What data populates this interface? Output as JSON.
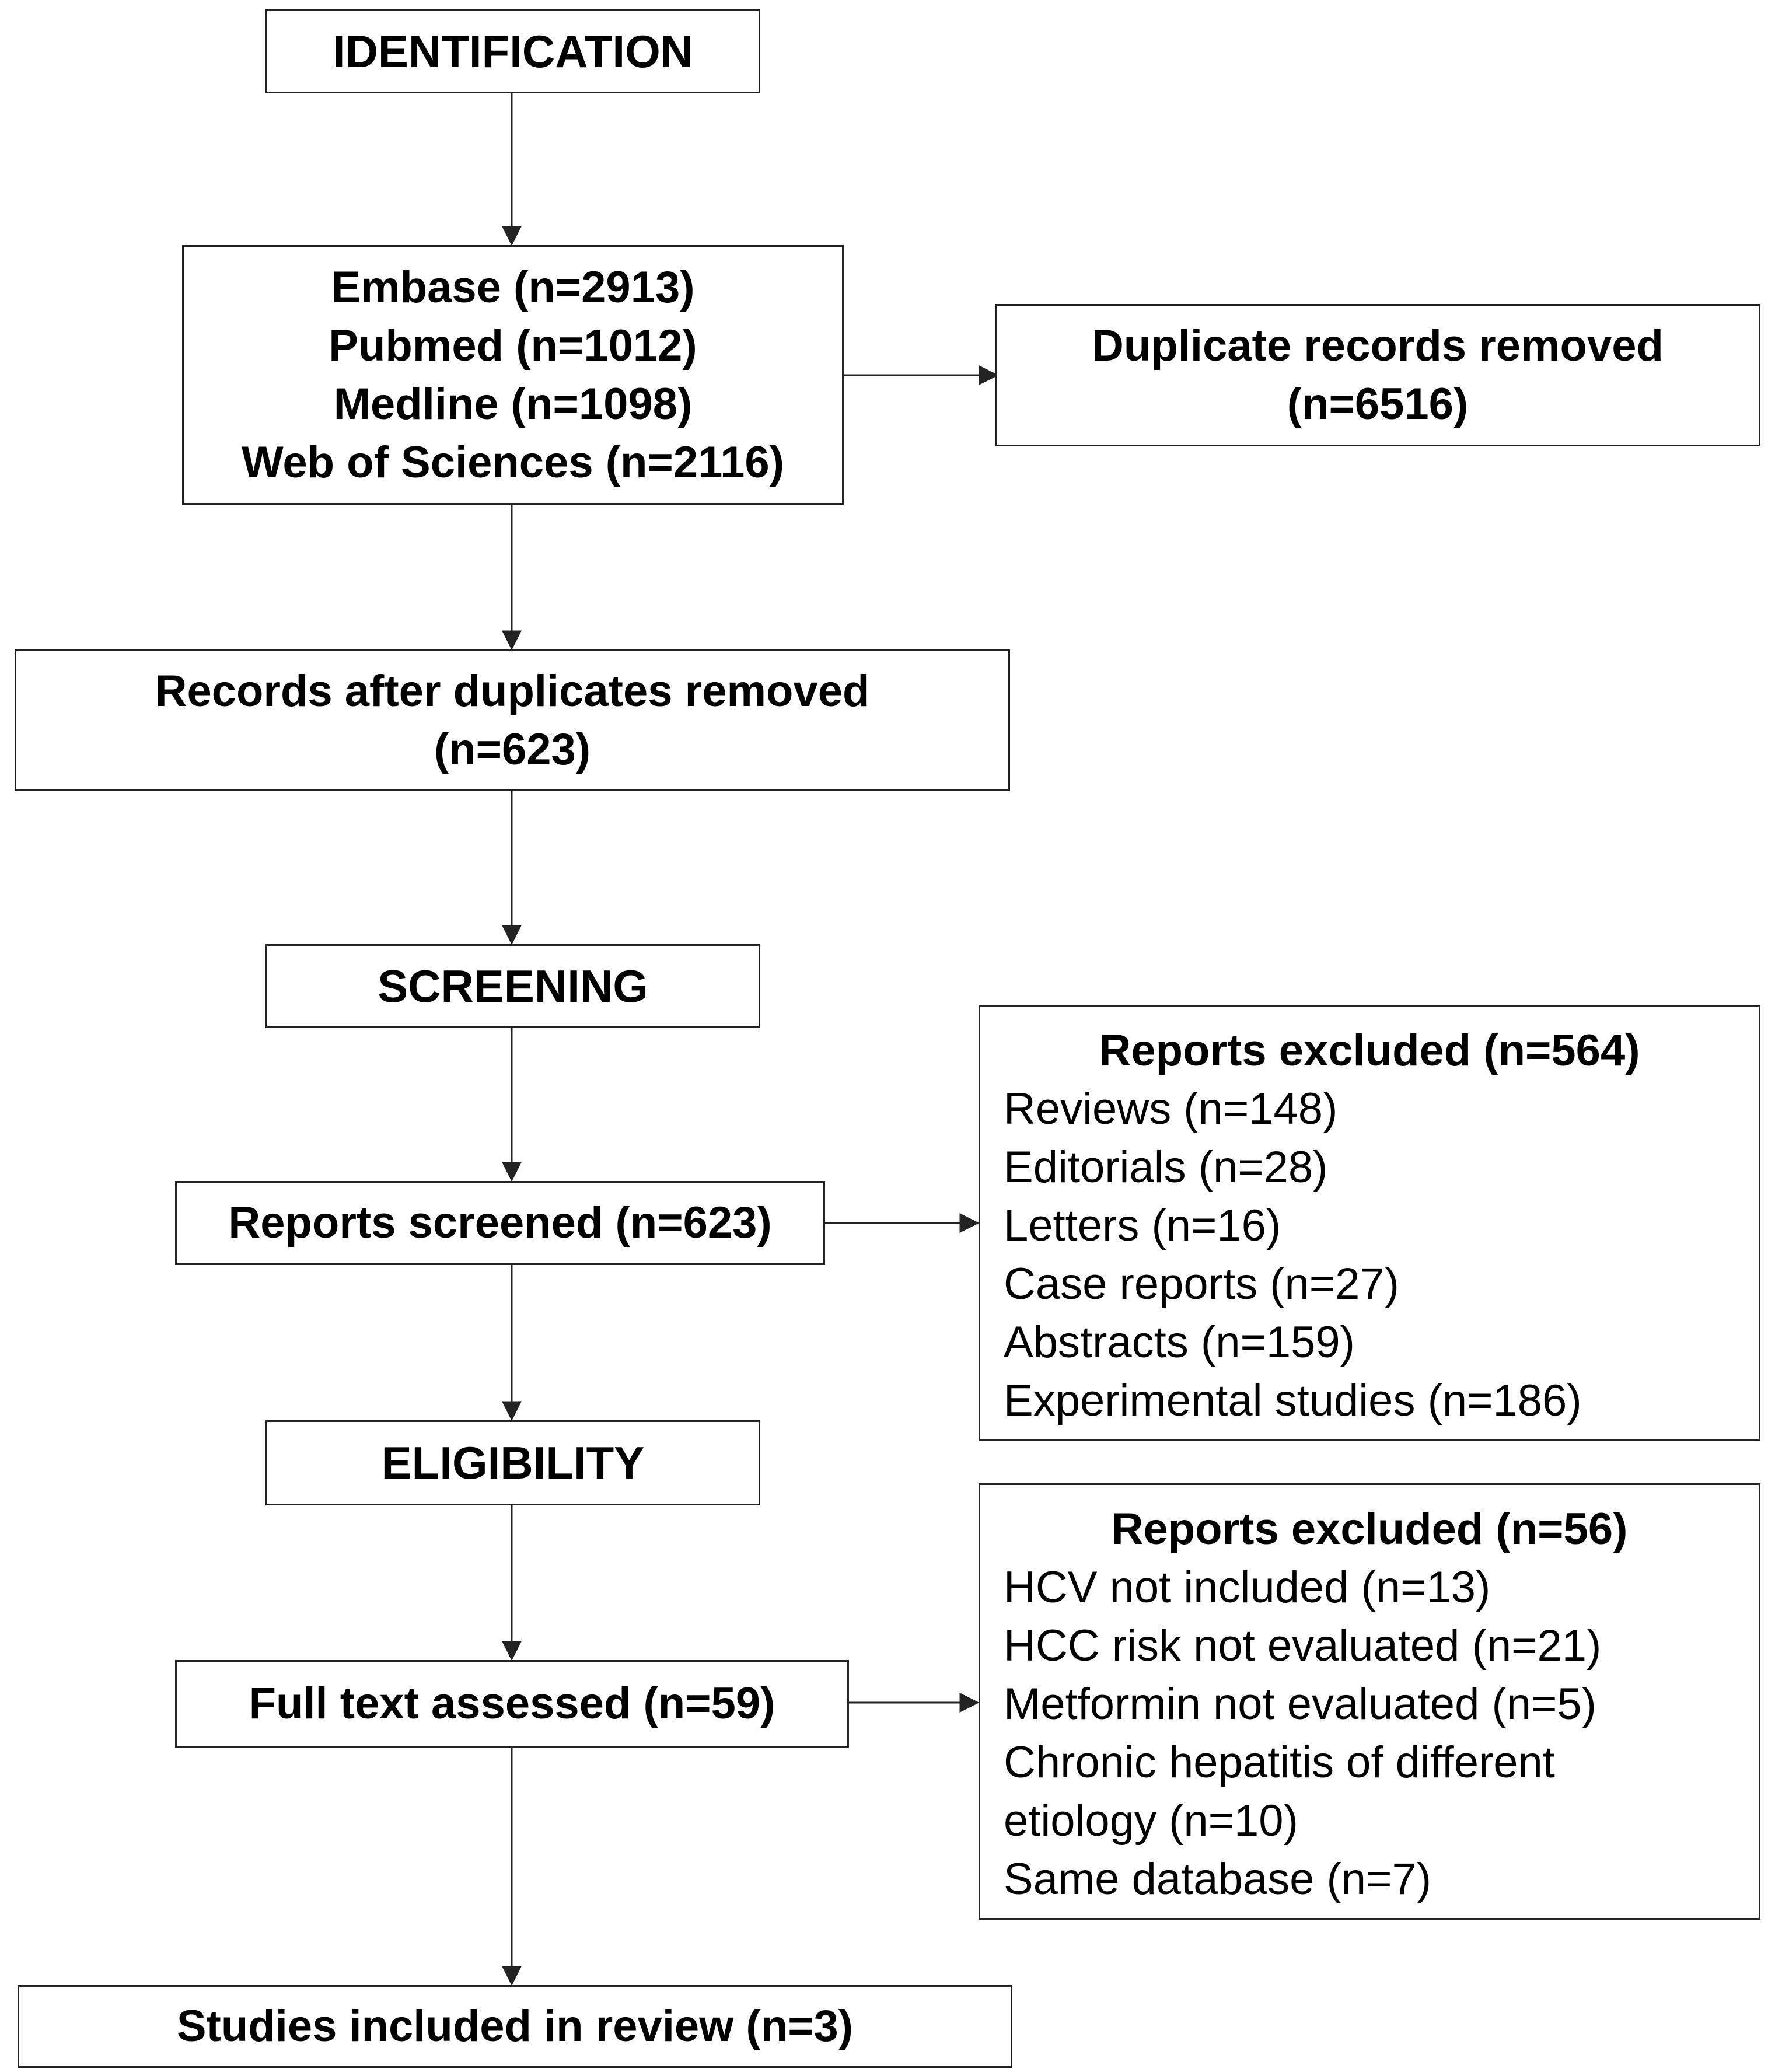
{
  "identification": {
    "stage_label": "IDENTIFICATION",
    "sources": [
      "Embase (n=2913)",
      "Pubmed (n=1012)",
      "Medline (n=1098)",
      "Web of Sciences (n=2116)"
    ],
    "duplicates": [
      "Duplicate records removed",
      "(n=6516)"
    ],
    "after_duplicates": [
      "Records after duplicates removed",
      "(n=623)"
    ]
  },
  "screening": {
    "stage_label": "SCREENING",
    "screened": "Reports screened (n=623)",
    "excluded": {
      "title": "Reports excluded  (n=564)",
      "items": [
        "Reviews (n=148)",
        "Editorials (n=28)",
        "Letters (n=16)",
        "Case reports (n=27)",
        "Abstracts (n=159)",
        "Experimental studies (n=186)"
      ]
    }
  },
  "eligibility": {
    "stage_label": "ELIGIBILITY",
    "assessed": "Full text assessed (n=59)",
    "excluded": {
      "title": "Reports excluded  (n=56)",
      "items": [
        "HCV not included (n=13)",
        "HCC risk not evaluated (n=21)",
        "Metformin not evaluated (n=5)",
        "Chronic hepatitis of different",
        "etiology (n=10)",
        "Same database (n=7)"
      ]
    }
  },
  "included": {
    "studies": "Studies included in review (n=3)"
  },
  "colors": {
    "line": "#222222",
    "background": "#ffffff"
  }
}
